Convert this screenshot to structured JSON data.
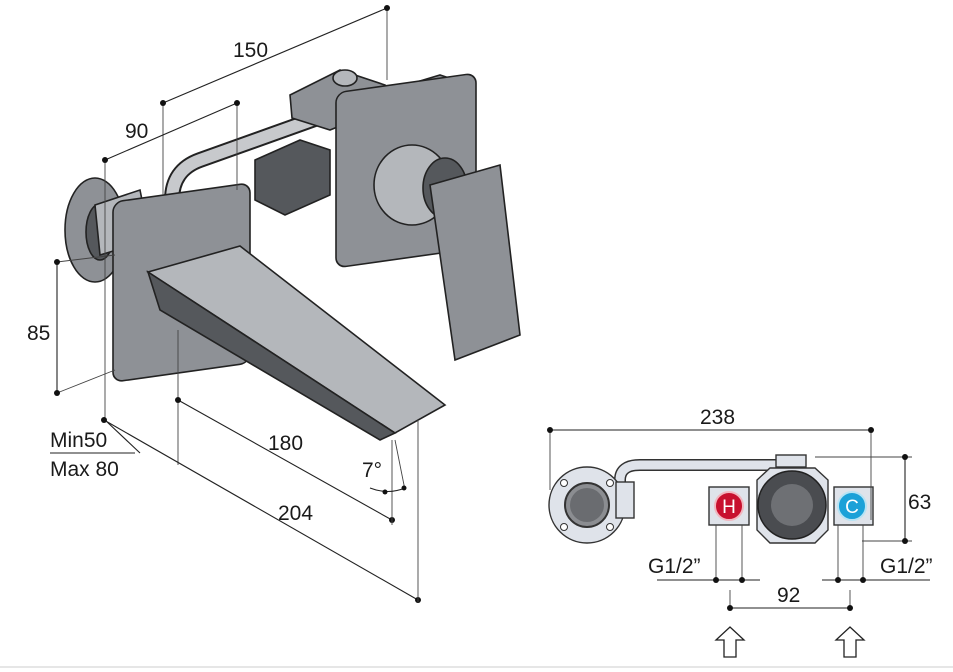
{
  "side_view": {
    "dimensions": {
      "width_150": "150",
      "depth_90": "90",
      "height_85": "85",
      "wall_min": "Min50",
      "wall_max": "Max 80",
      "spout_180": "180",
      "total_204": "204",
      "angle": "7°"
    }
  },
  "top_view": {
    "dimensions": {
      "total_238": "238",
      "depth_63": "63",
      "thread_left": "G1/2”",
      "thread_right": "G1/2”",
      "spacing_92": "92"
    },
    "hot_label": "H",
    "cold_label": "C",
    "colors": {
      "hot": "#c8102e",
      "cold": "#1ba1d8"
    }
  }
}
